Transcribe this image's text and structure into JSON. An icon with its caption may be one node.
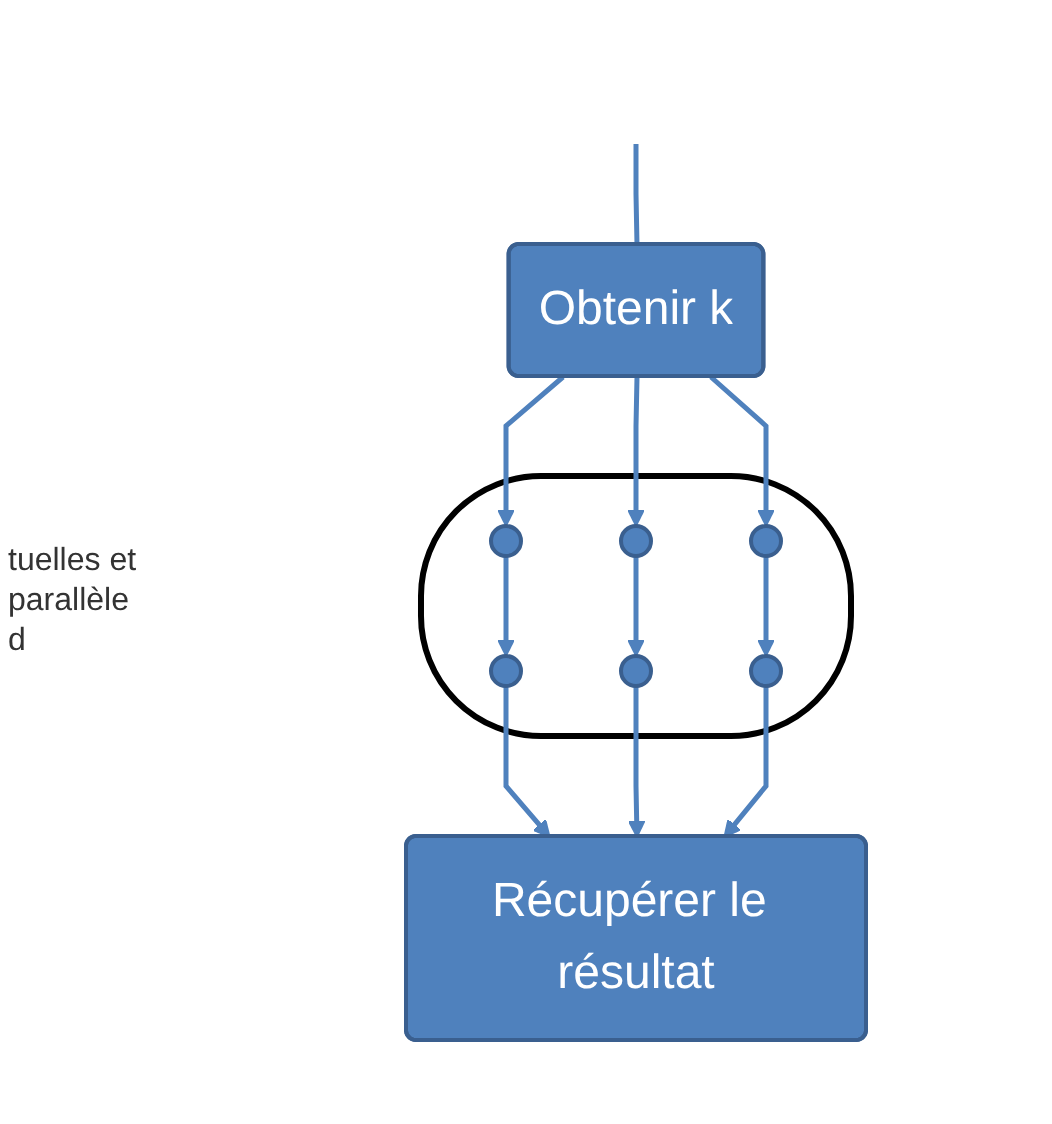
{
  "diagram": {
    "nodes": [
      {
        "text": [
          "Obtenir k"
        ]
      },
      {
        "text": [],
        "shape": "cloud"
      },
      {
        "text": [],
        "shape": "circle",
        "in": 1
      },
      {
        "text": [],
        "shape": "circle",
        "in": 1
      },
      {
        "text": [],
        "shape": "circle",
        "in": 1
      },
      {
        "text": [],
        "shape": "circle",
        "in": 1
      },
      {
        "text": [],
        "shape": "circle",
        "in": 1
      },
      {
        "text": [],
        "shape": "circle",
        "in": 1
      },
      {
        "text": [
          "Récupérer le résultat"
        ]
      }
    ],
    "edges": [
      {
        "from": null,
        "to": 0,
        "arrow": "none"
      },
      {
        "from": 0,
        "to": 2,
        "arrow": "to"
      },
      {
        "from": 0,
        "to": 3,
        "arrow": "to"
      },
      {
        "from": 0,
        "to": 4,
        "arrow": "to"
      },
      {
        "from": 2,
        "to": 5,
        "arrow": "to"
      },
      {
        "from": 3,
        "to": 6,
        "arrow": "to"
      },
      {
        "from": 4,
        "to": 7,
        "arrow": "to"
      },
      {
        "from": 5,
        "to": 8,
        "arrow": "to"
      },
      {
        "from": 6,
        "to": 8,
        "arrow": "to"
      },
      {
        "from": 7,
        "to": 8,
        "arrow": "to"
      }
    ],
    "labels": [
      "tuelles et",
      "parallèle",
      "d"
    ]
  }
}
